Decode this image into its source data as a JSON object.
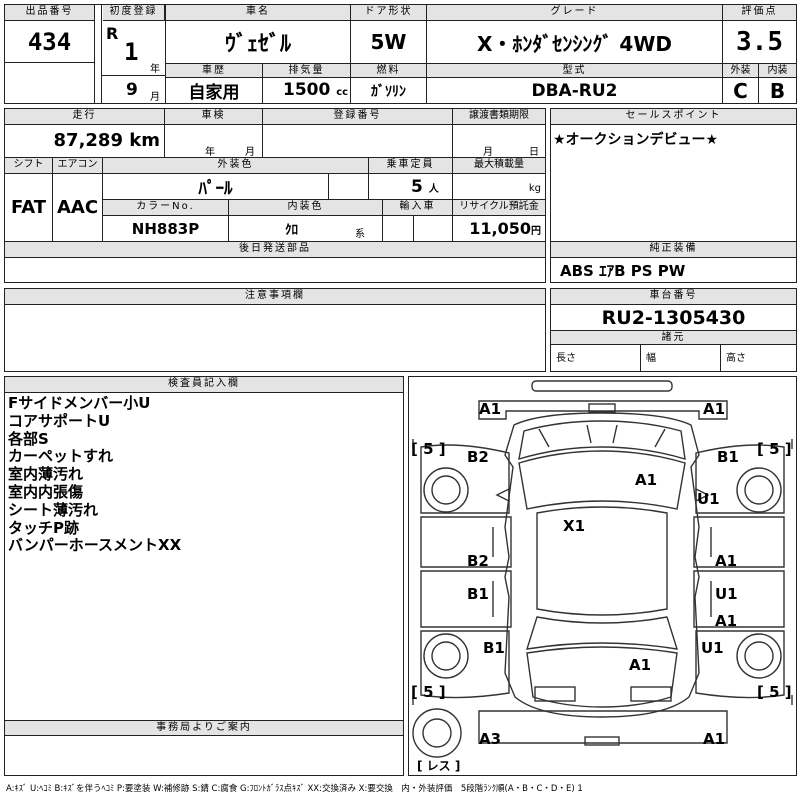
{
  "headers": {
    "lot": "出品番号",
    "first_reg": "初度登録",
    "car_name": "車名",
    "door": "ドア形状",
    "grade": "グレード",
    "score": "評価点",
    "exterior_grade": "外装",
    "interior_grade": "内装",
    "history": "車歴",
    "displacement": "排気量",
    "fuel": "燃料",
    "model": "型式",
    "mileage": "走行",
    "inspection": "車検",
    "reg_no": "登録番号",
    "transfer": "譲渡書類期限",
    "sales_point": "セールスポイント",
    "shift": "シフト",
    "aircon": "エアコン",
    "ext_color": "外装色",
    "capacity": "乗車定員",
    "max_load": "最大積載量",
    "color_no": "カラーNo.",
    "int_color": "内装色",
    "import": "輸入車",
    "recycle": "リサイクル預託金",
    "later_parts": "後日発送部品",
    "equipment": "純正装備",
    "notes_hdr": "注意事項欄",
    "chassis_hdr": "車台番号",
    "specs": "諸元",
    "length": "長さ",
    "width": "幅",
    "height": "高さ",
    "inspector": "検査員記入欄",
    "office": "事務局よりご案内"
  },
  "values": {
    "lot": "434",
    "era": "R",
    "year": "1",
    "year_unit": "年",
    "month": "9",
    "month_unit": "月",
    "car_name": "ｳﾞｪｾﾞﾙ",
    "door": "5W",
    "grade": "X・ﾎﾝﾀﾞｾﾝｼﾝｸﾞ 4WD",
    "score": "3.5",
    "exterior_grade": "C",
    "interior_grade": "B",
    "history": "自家用",
    "displacement": "1500",
    "cc": "cc",
    "fuel": "ｶﾞｿﾘﾝ",
    "model": "DBA-RU2",
    "mileage": "87,289",
    "km": "km",
    "insp_year": "年",
    "insp_month": "月",
    "transfer_month": "月",
    "transfer_day": "日",
    "sales_point": "★オークションデビュー★",
    "shift": "FAT",
    "aircon": "AAC",
    "ext_color": "ﾊﾟｰﾙ",
    "capacity": "5",
    "person": "人",
    "kg": "kg",
    "color_no": "NH883P",
    "int_color": "ｸﾛ",
    "kei": "系",
    "recycle": "11,050",
    "yen": "円",
    "equipment": "ABS ｴｱB PS PW",
    "chassis_no": "RU2-1305430"
  },
  "inspector_notes": [
    "Fサイドメンバー小U",
    "コアサポートU",
    "各部S",
    "カーペットすれ",
    "室内薄汚れ",
    "室内内張傷",
    "シート薄汚れ",
    "タッチP跡",
    "バンパーホースメントXX"
  ],
  "damage": {
    "front_left": "A1",
    "front_right": "A1",
    "tire_fl": "[ 5 ]",
    "tire_fr": "[ 5 ]",
    "tire_rl": "[ 5 ]",
    "tire_rr": "[ 5 ]",
    "fender_fl": "B2",
    "fender_fr": "B1",
    "hood": "A1",
    "fender_fr2": "U1",
    "roof": "X1",
    "door_fl": "B2",
    "door_fr": "A1",
    "door_rl": "B1",
    "door_rr_u": "U1",
    "door_rr_a": "A1",
    "quarter_rl": "B1",
    "quarter_rr": "U1",
    "trunk": "A1",
    "rear_left": "A3",
    "rear_right": "A1",
    "spare": "[ レス ]"
  },
  "legend": "A:ｷｽﾞ U:ﾍｺﾐ B:ｷｽﾞを伴うﾍｺﾐ P:要塗装 W:補修跡 S:錆 C:腐食 G:ﾌﾛﾝﾄｶﾞﾗｽ点ｷｽﾞ XX:交換済み X:要交換　内・外装評価　5段階ﾗﾝｸ順(A・B・C・D・E) 1"
}
